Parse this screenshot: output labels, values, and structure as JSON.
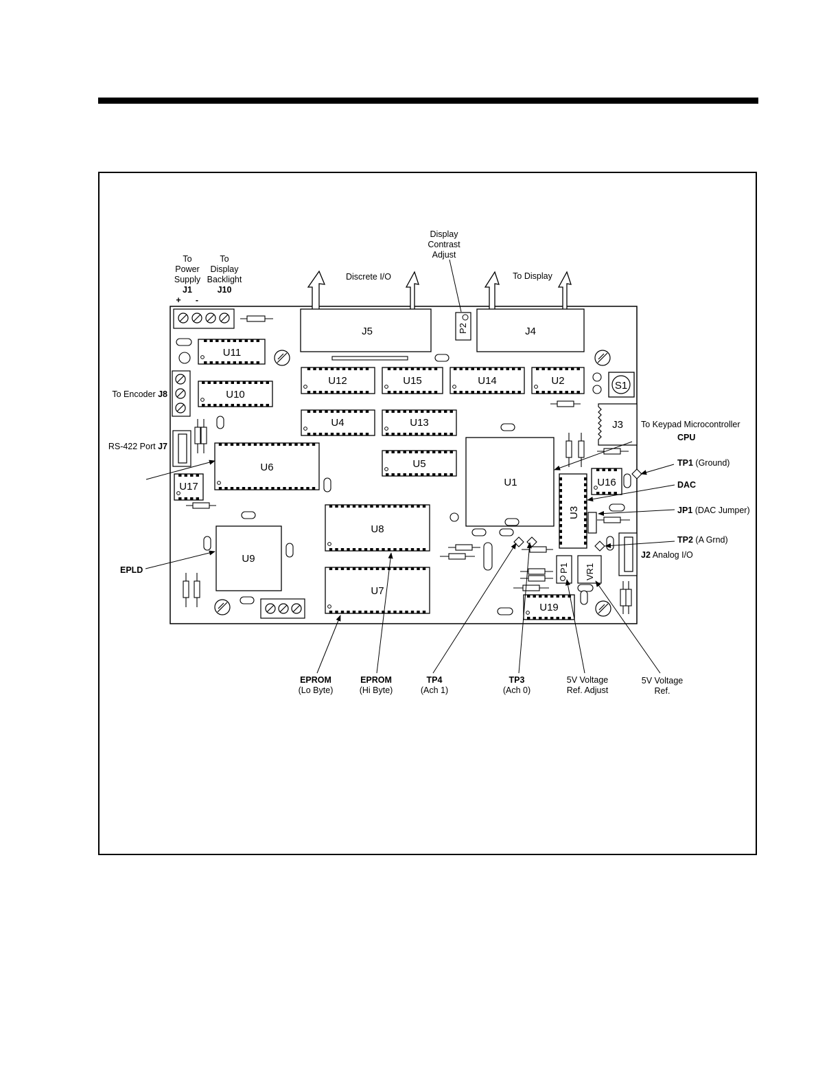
{
  "callouts": {
    "power_to": "To",
    "power_power": "Power",
    "power_supply": "Supply",
    "power_ref": "J1",
    "power_plus": "+",
    "power_minus": "-",
    "backlight_to": "To",
    "backlight_display": "Display",
    "backlight_backlight": "Backlight",
    "backlight_ref": "J10",
    "contrast_1": "Display",
    "contrast_2": "Contrast",
    "contrast_3": "Adjust",
    "discrete_io": "Discrete I/O",
    "to_display": "To Display",
    "encoder_text": "To Encoder",
    "encoder_ref": "J8",
    "rs422_text": "RS-422 Port",
    "rs422_ref": "J7",
    "keypad": "To Keypad Microcontroller",
    "cpu": "CPU",
    "tp1_ref": "TP1",
    "tp1_text": "(Ground)",
    "dac": "DAC",
    "jp1_ref": "JP1",
    "jp1_text": "(DAC Jumper)",
    "tp2_ref": "TP2",
    "tp2_text": "(A Grnd)",
    "j2_ref": "J2",
    "j2_text": "Analog I/O",
    "epld": "EPLD",
    "eprom_lo_1": "EPROM",
    "eprom_lo_2": "(Lo Byte)",
    "eprom_hi_1": "EPROM",
    "eprom_hi_2": "(Hi Byte)",
    "tp4_1": "TP4",
    "tp4_2": "(Ach 1)",
    "tp3_1": "TP3",
    "tp3_2": "(Ach 0)",
    "vadj_1": "5V Voltage",
    "vadj_2": "Ref. Adjust",
    "vref_1": "5V Voltage",
    "vref_2": "Ref."
  },
  "components": {
    "J5": "J5",
    "J4": "J4",
    "P2": "P2",
    "U11": "U11",
    "U10": "U10",
    "U12": "U12",
    "U15": "U15",
    "U14": "U14",
    "U2": "U2",
    "S1": "S1",
    "J3": "J3",
    "U4": "U4",
    "U13": "U13",
    "U6": "U6",
    "U5": "U5",
    "U1": "U1",
    "U17": "U17",
    "U16": "U16",
    "U3": "U3",
    "U8": "U8",
    "U9": "U9",
    "U7": "U7",
    "P1": "P1",
    "VR1": "VR1",
    "U19": "U19"
  }
}
